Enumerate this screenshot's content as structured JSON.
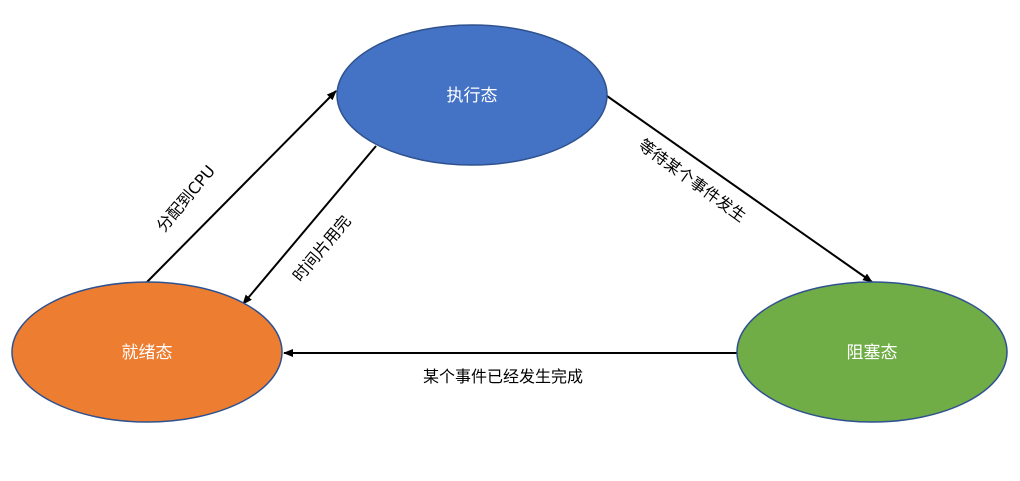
{
  "states": {
    "running": {
      "label": "执行态",
      "color": "#4472C4",
      "border": "#2F528F"
    },
    "ready": {
      "label": "就绪态",
      "color": "#ED7D31",
      "border": "#2F528F"
    },
    "blocked": {
      "label": "阻塞态",
      "color": "#70AD47",
      "border": "#2F528F"
    }
  },
  "transitions": {
    "ready_to_running": {
      "label": "分配到CPU"
    },
    "running_to_ready": {
      "label": "时间片用完"
    },
    "running_to_blocked": {
      "label": "等待某个事件发生"
    },
    "blocked_to_ready": {
      "label": "某个事件已经发生完成"
    }
  },
  "colors": {
    "arrow": "#000000",
    "label_text": "#000000",
    "state_text": "#ffffff"
  }
}
